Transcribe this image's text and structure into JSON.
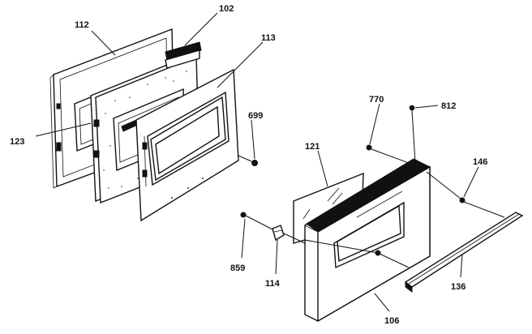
{
  "diagram": {
    "callouts": [
      {
        "id": "c112",
        "text": "112"
      },
      {
        "id": "c102",
        "text": "102"
      },
      {
        "id": "c113",
        "text": "113"
      },
      {
        "id": "c699",
        "text": "699"
      },
      {
        "id": "c123",
        "text": "123"
      },
      {
        "id": "c770",
        "text": "770"
      },
      {
        "id": "c812",
        "text": "812"
      },
      {
        "id": "c121",
        "text": "121"
      },
      {
        "id": "c146",
        "text": "146"
      },
      {
        "id": "c859",
        "text": "859"
      },
      {
        "id": "c114",
        "text": "114"
      },
      {
        "id": "c136",
        "text": "136"
      },
      {
        "id": "c106",
        "text": "106"
      }
    ]
  }
}
